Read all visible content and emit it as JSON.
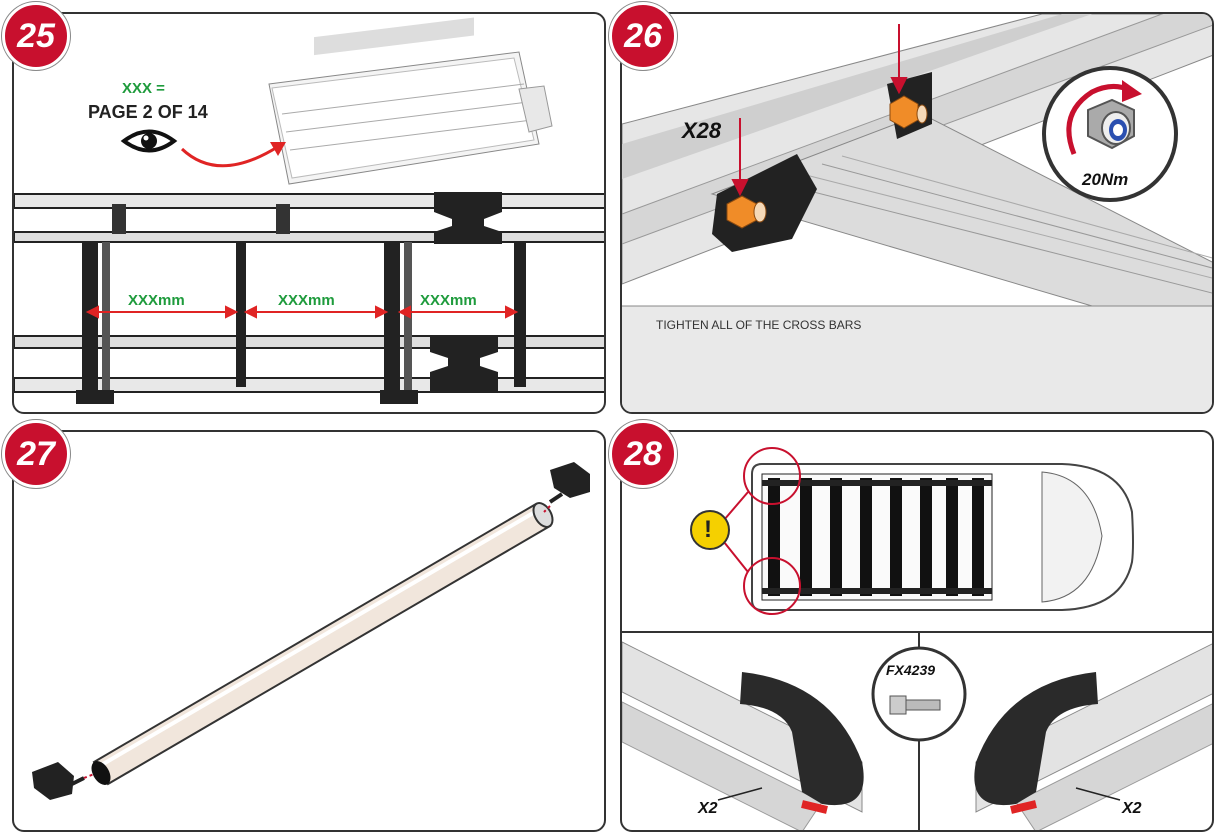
{
  "steps": [
    {
      "number": "25"
    },
    {
      "number": "26"
    },
    {
      "number": "27"
    },
    {
      "number": "28"
    }
  ],
  "step25": {
    "xxx_eq": "XXX =",
    "page_ref": "PAGE 2 OF 14",
    "measure_1": "XXXmm",
    "measure_2": "XXXmm",
    "measure_3": "XXXmm",
    "highlight_color": "#1e9b3c",
    "arrow_color": "#e02424"
  },
  "step26": {
    "qty": "X28",
    "torque": "20Nm",
    "instruction": "TIGHTEN ALL OF THE CROSS BARS",
    "nut_color": "#f08c28"
  },
  "step28": {
    "part_code": "FX4239",
    "qty_left": "X2",
    "qty_right": "X2",
    "warning_symbol": "!",
    "warning_color": "#f5d000"
  },
  "colors": {
    "badge": "#c8102e",
    "border": "#333333"
  }
}
